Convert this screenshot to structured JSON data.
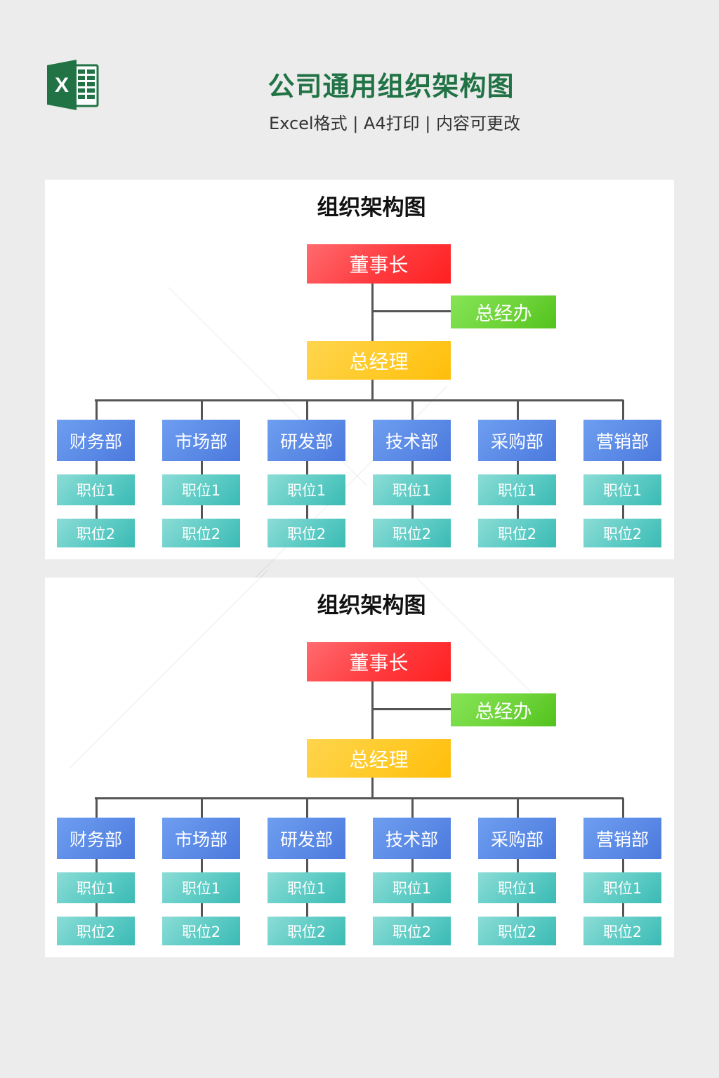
{
  "header": {
    "logo_icon": "excel-icon",
    "logo_letter": "X",
    "title": "公司通用组织架构图",
    "subtitle": "Excel格式 | A4打印 | 内容可更改"
  },
  "colors": {
    "title_green": "#217346",
    "chairman": "#ff3a3e",
    "office": "#6ed43a",
    "general_manager": "#ffca28",
    "department": "#5b8ae6",
    "position": "#5ccbc4",
    "connector": "#555555",
    "background": "#ececec"
  },
  "charts": [
    {
      "title": "组织架构图",
      "chairman": "董事长",
      "office": "总经办",
      "general_manager": "总经理",
      "departments": [
        {
          "name": "财务部",
          "positions": [
            "职位1",
            "职位2"
          ]
        },
        {
          "name": "市场部",
          "positions": [
            "职位1",
            "职位2"
          ]
        },
        {
          "name": "研发部",
          "positions": [
            "职位1",
            "职位2"
          ]
        },
        {
          "name": "技术部",
          "positions": [
            "职位1",
            "职位2"
          ]
        },
        {
          "name": "采购部",
          "positions": [
            "职位1",
            "职位2"
          ]
        },
        {
          "name": "营销部",
          "positions": [
            "职位1",
            "职位2"
          ]
        }
      ]
    },
    {
      "title": "组织架构图",
      "chairman": "董事长",
      "office": "总经办",
      "general_manager": "总经理",
      "departments": [
        {
          "name": "财务部",
          "positions": [
            "职位1",
            "职位2"
          ]
        },
        {
          "name": "市场部",
          "positions": [
            "职位1",
            "职位2"
          ]
        },
        {
          "name": "研发部",
          "positions": [
            "职位1",
            "职位2"
          ]
        },
        {
          "name": "技术部",
          "positions": [
            "职位1",
            "职位2"
          ]
        },
        {
          "name": "采购部",
          "positions": [
            "职位1",
            "职位2"
          ]
        },
        {
          "name": "营销部",
          "positions": [
            "职位1",
            "职位2"
          ]
        }
      ]
    }
  ]
}
